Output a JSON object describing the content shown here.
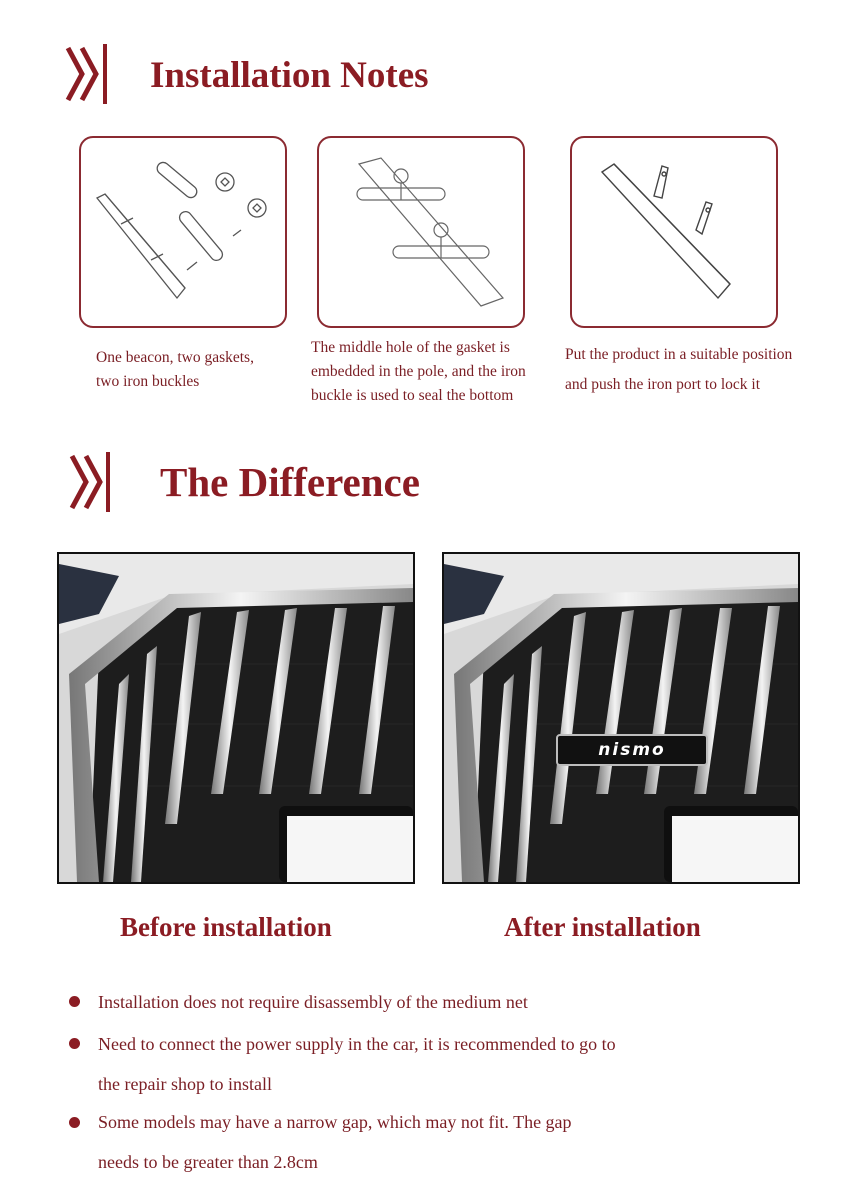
{
  "section1": {
    "title": "Installation Notes",
    "icon": "double-chevron-icon"
  },
  "steps": [
    {
      "caption": "One beacon, two gaskets, two iron buckles"
    },
    {
      "caption": "The middle hole of the gasket is embedded in the pole, and the iron buckle is used to seal the bottom"
    },
    {
      "caption": "Put the product in a suitable position and push the iron port to lock it"
    }
  ],
  "section2": {
    "title": "The Difference",
    "icon": "double-chevron-icon"
  },
  "comparison": {
    "before_label": "Before installation",
    "after_label": "After installation",
    "badge_text": "nismo"
  },
  "notes": [
    "Installation does not require disassembly of the medium net",
    "Need to connect the power supply in the car, it is recommended to go to the repair shop to install",
    "Some models may have a narrow gap, which may not fit. The gap needs to be greater than 2.8cm"
  ],
  "colors": {
    "accent": "#8b1c23",
    "text": "#7a1e24"
  }
}
